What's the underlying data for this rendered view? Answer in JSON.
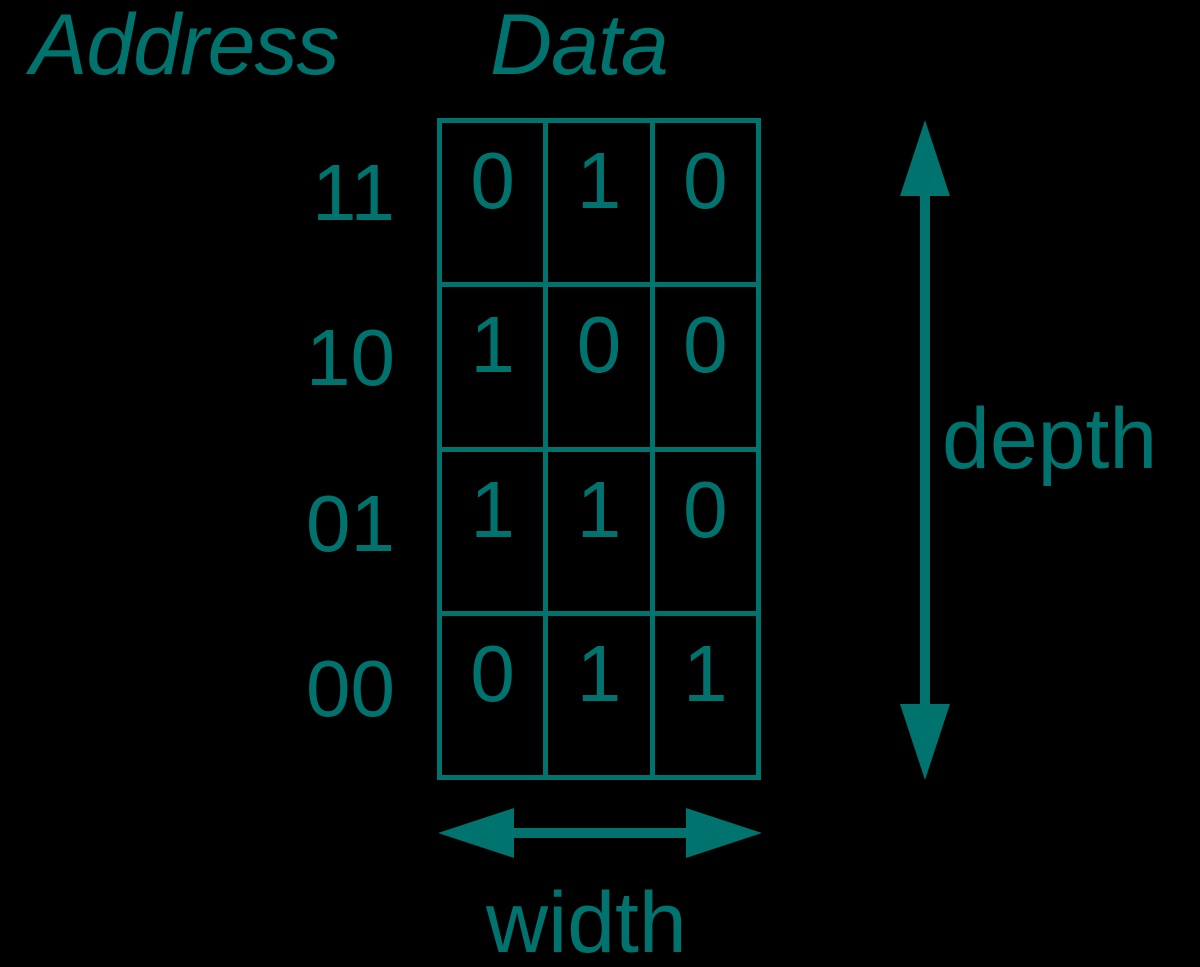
{
  "diagram": {
    "title": "Memory array: address, data, width and depth",
    "accent_color": "#00736f",
    "background_color": "#000000"
  },
  "headers": {
    "address": "Address",
    "data": "Data"
  },
  "addresses": [
    {
      "label": "11"
    },
    {
      "label": "10"
    },
    {
      "label": "01"
    },
    {
      "label": "00"
    }
  ],
  "memory": {
    "rows": [
      {
        "address": "11",
        "bits": [
          "0",
          "1",
          "0"
        ]
      },
      {
        "address": "10",
        "bits": [
          "1",
          "0",
          "0"
        ]
      },
      {
        "address": "01",
        "bits": [
          "1",
          "1",
          "0"
        ]
      },
      {
        "address": "00",
        "bits": [
          "0",
          "1",
          "1"
        ]
      }
    ]
  },
  "annotations": {
    "depth": {
      "label": "depth",
      "arrow": "double-headed-vertical-arrow"
    },
    "width": {
      "label": "width",
      "arrow": "double-headed-horizontal-arrow"
    }
  }
}
